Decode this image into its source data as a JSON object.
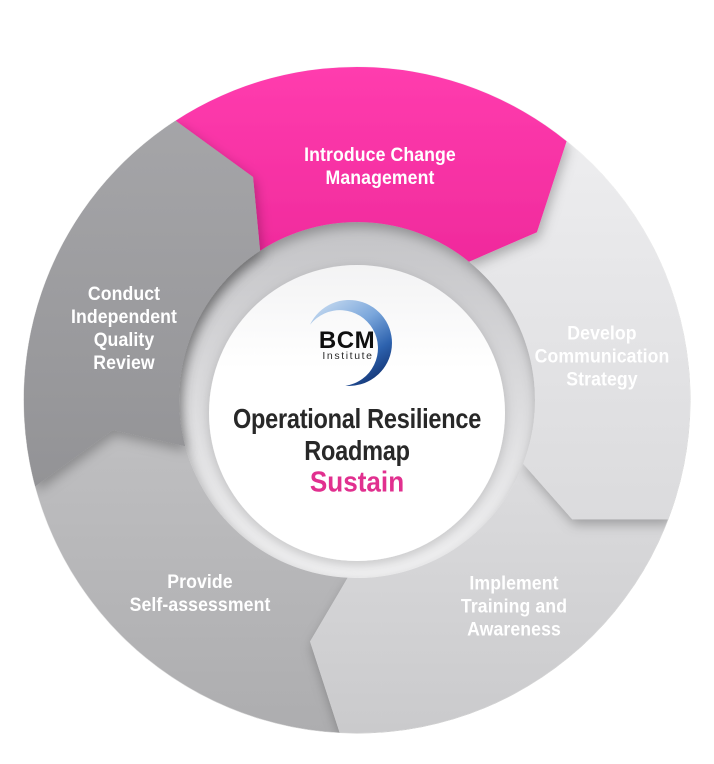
{
  "diagram": {
    "type": "cycle-wheel",
    "title": "Operational Resilience\nRoadmap",
    "title_color": "#282828",
    "phase": "Sustain",
    "phase_color": "#e1308f",
    "label_color": "#ffffff",
    "logo": {
      "name": "BCM Institute",
      "line1": "BCM",
      "line2": "Institute",
      "swoosh_gradient": [
        "#c6daf0",
        "#7aa6db",
        "#2d62ae",
        "#102f6e"
      ]
    },
    "segments": [
      {
        "id": "introduce-change-management",
        "label": "Introduce Change\nManagement",
        "color": "#f832a4",
        "highlighted": true
      },
      {
        "id": "develop-communication-strategy",
        "label": "Develop\nCommunication\nStrategy",
        "color": "#e3e3e5",
        "highlighted": false
      },
      {
        "id": "implement-training-and-awareness",
        "label": "Implement\nTraining and\nAwareness",
        "color": "#d2d2d4",
        "highlighted": false
      },
      {
        "id": "provide-self-assessment",
        "label": "Provide\nSelf-assessment",
        "color": "#b5b5b7",
        "highlighted": false
      },
      {
        "id": "conduct-independent-quality-review",
        "label": "Conduct\nIndependent\nQuality\nReview",
        "color": "#9b9b9e",
        "highlighted": false
      }
    ]
  }
}
